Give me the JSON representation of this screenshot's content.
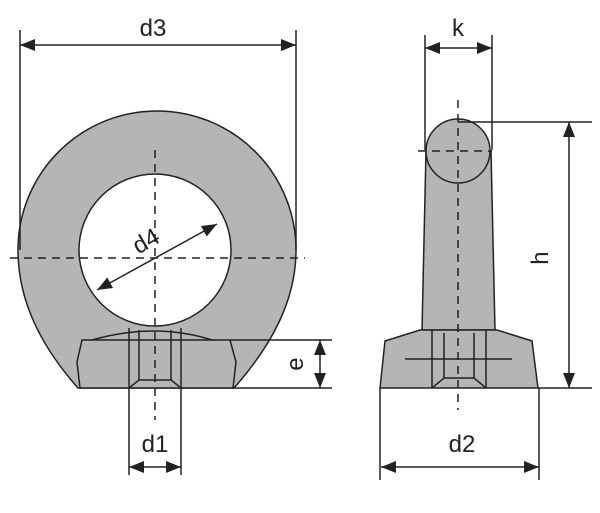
{
  "diagram": {
    "labels": {
      "d3": "d3",
      "d4": "d4",
      "d1": "d1",
      "e": "e",
      "k": "k",
      "h": "h",
      "d2": "d2"
    },
    "colors": {
      "part_fill": "#b5b5b5",
      "line": "#222222"
    }
  }
}
